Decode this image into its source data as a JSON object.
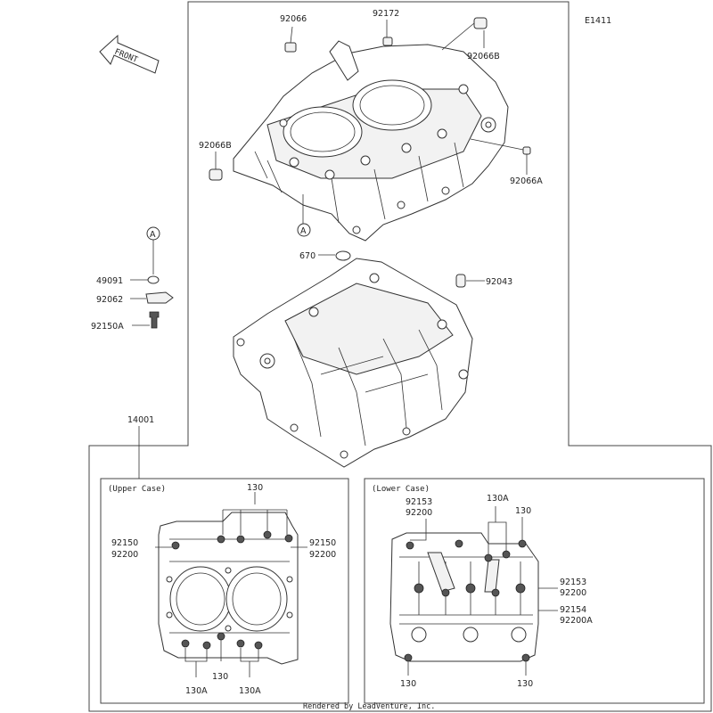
{
  "diagram_id": "E1411",
  "front_label": "FRONT",
  "callout_letter": "A",
  "labels": {
    "p92066": "92066",
    "p92172": "92172",
    "p92066B_top": "92066B",
    "p92066B_left": "92066B",
    "p92066A": "92066A",
    "p670": "670",
    "p92043": "92043",
    "p49091": "49091",
    "p92062": "92062",
    "p92150A": "92150A",
    "p14001": "14001"
  },
  "upper_case": {
    "title": "(Upper Case)",
    "top_130": "130",
    "left_a": "92150",
    "left_b": "92200",
    "right_a": "92150",
    "right_b": "92200",
    "bottom_130": "130",
    "bottom_130A_left": "130A",
    "bottom_130A_right": "130A"
  },
  "lower_case": {
    "title": "(Lower Case)",
    "tl_a": "92153",
    "tl_b": "92200",
    "top_130A": "130A",
    "top_130": "130",
    "r1_a": "92153",
    "r1_b": "92200",
    "r2_a": "92154",
    "r2_b": "92200A",
    "bottom_left_130": "130",
    "bottom_right_130": "130"
  },
  "footer": "Rendered by LeadVenture, Inc."
}
